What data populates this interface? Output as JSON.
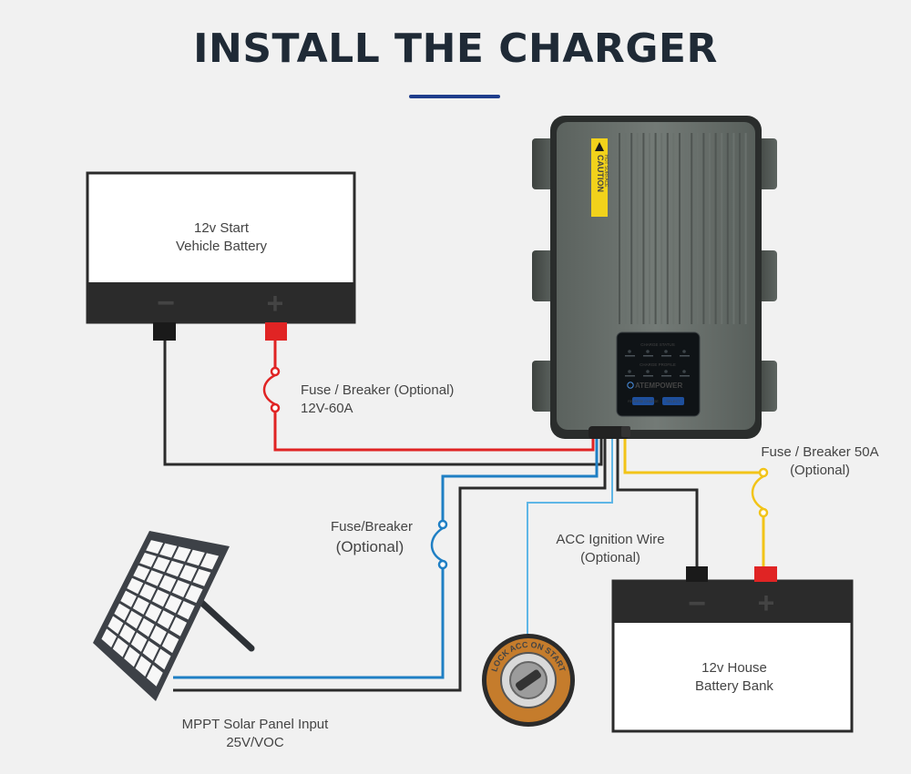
{
  "title": "INSTALL THE CHARGER",
  "start_battery": {
    "line1": "12v Start",
    "line2": "Vehicle Battery",
    "minus": "−",
    "plus": "+"
  },
  "house_battery": {
    "line1": "12v House",
    "line2": "Battery Bank",
    "minus": "−",
    "plus": "+"
  },
  "labels": {
    "fuse_start_1": "Fuse / Breaker (Optional)",
    "fuse_start_2": "12V-60A",
    "fuse_house_1": "Fuse / Breaker 50A",
    "fuse_house_2": "(Optional)",
    "fuse_solar_1": "Fuse/Breaker",
    "fuse_solar_2": "(Optional)",
    "acc_1": "ACC Ignition Wire",
    "acc_2": "(Optional)",
    "solar_1": "MPPT Solar Panel Input",
    "solar_2": "25V/VOC"
  },
  "charger": {
    "caution": "CAUTION",
    "caution_sub": "HOT SURFACE",
    "status_title": "CHARGE STATUS",
    "profile_title": "CHARGE PROFILE",
    "brand": "ATEMPOWER",
    "btn_left": "REVERSE CHARGE",
    "btn_right": "SELECT"
  },
  "ignition": {
    "ring_text": "LOCK ACC ON START"
  },
  "colors": {
    "wire_black": "#2b2b2b",
    "wire_red": "#e02424",
    "wire_blue": "#1f7fc4",
    "wire_yellow": "#f2c418",
    "title": "#1f2a36",
    "accent": "#1f3e8c"
  }
}
